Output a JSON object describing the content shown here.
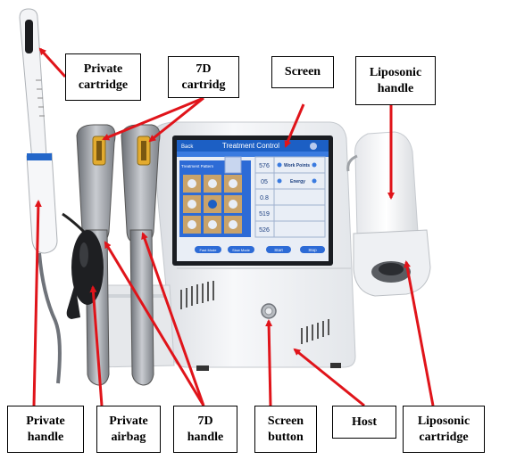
{
  "labels": {
    "private_cartridge": [
      "Private",
      "cartridge"
    ],
    "cartridge_7d": [
      "7D",
      "cartridg"
    ],
    "screen": "Screen",
    "liposonic_handle": [
      "Liposonic",
      "handle"
    ],
    "private_handle": [
      "Private",
      "handle"
    ],
    "private_airbag": [
      "Private",
      "airbag"
    ],
    "handle_7d": [
      "7D",
      "handle"
    ],
    "screen_button": [
      "Screen",
      "button"
    ],
    "host": "Host",
    "liposonic_cartridge": [
      "Liposonic",
      "cartridge"
    ]
  },
  "screen_ui": {
    "back": "Back",
    "title": "Treatment Control",
    "pattern_label": "Treatment Pattern",
    "values": [
      "576",
      "05",
      "0.8",
      "519",
      "526"
    ],
    "work_points": "Work Points",
    "energy": "Energy",
    "buttons": [
      "Fast Mode",
      "Slow Mode",
      "Start",
      "Stop"
    ]
  },
  "colors": {
    "arrow": "#e0141a",
    "screen_blue": "#1c5fc4",
    "device_white": "#f4f5f7"
  }
}
